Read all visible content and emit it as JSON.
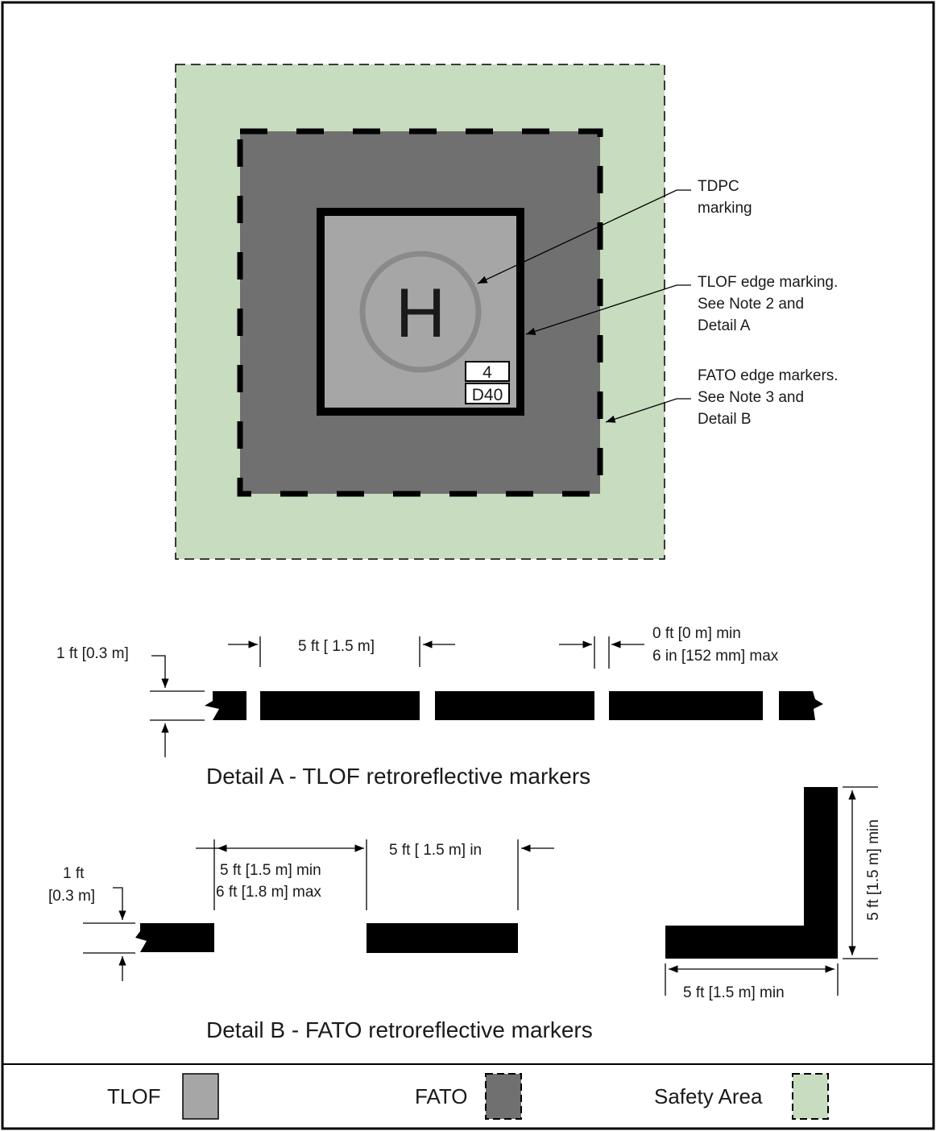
{
  "colors": {
    "safety_area": "#c8dcbf",
    "fato": "#707070",
    "tlof": "#a6a6a6",
    "tdpc_ring": "#8a8a8a",
    "marking": "#000000"
  },
  "pad": {
    "h_letter": "H",
    "weight_label": "4",
    "dimension_label": "D40"
  },
  "callouts": {
    "tdpc": [
      "TDPC",
      "marking"
    ],
    "tlof_edge": [
      "TLOF edge marking.",
      "See Note 2 and",
      "Detail A"
    ],
    "fato_edge": [
      "FATO edge markers.",
      "See Note 3 and",
      "Detail B"
    ]
  },
  "detail_a": {
    "title": "Detail A - TLOF retroreflective markers",
    "width_label": "1 ft [0.3 m]",
    "length_label": "5 ft [ 1.5 m]",
    "gap_label": [
      "0 ft [0 m] min",
      "6 in [152 mm] max"
    ]
  },
  "detail_b": {
    "title": "Detail B - FATO retroreflective markers",
    "width_label": [
      "1 ft",
      "[0.3 m]"
    ],
    "spacing_label": [
      "5 ft [1.5 m] min",
      "6 ft [1.8 m] max"
    ],
    "length_label": "5 ft [ 1.5 m] in",
    "corner_horizontal_label": "5 ft [1.5 m] min",
    "corner_vertical_label": "5 ft [1.5 m] min"
  },
  "legend": {
    "tlof": "TLOF",
    "fato": "FATO",
    "safety_area": "Safety Area"
  }
}
